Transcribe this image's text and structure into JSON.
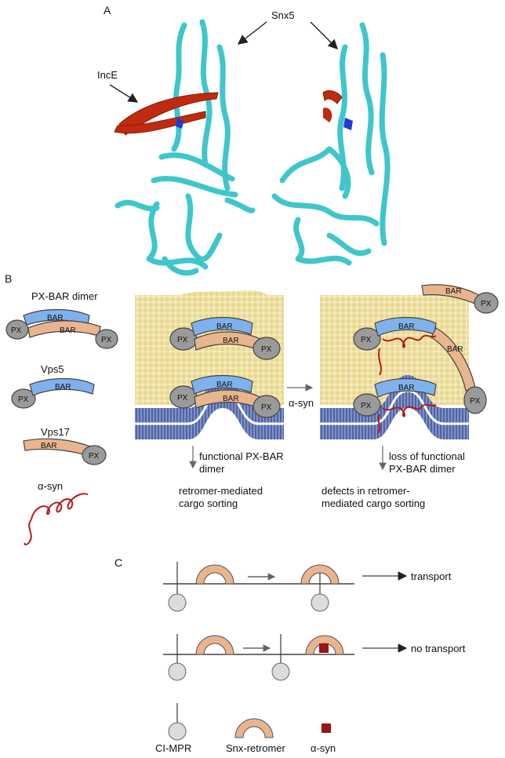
{
  "panels": {
    "a": "A",
    "b": "B",
    "c": "C"
  },
  "panel_a": {
    "snx5_label": "Snx5",
    "ince_label": "IncE"
  },
  "panel_b": {
    "legend": {
      "pxbar_title": "PX-BAR dimer",
      "vps5_title": "Vps5",
      "vps17_title": "Vps17",
      "asyn_title": "α-syn"
    },
    "domain_labels": {
      "bar": "BAR",
      "px": "PX"
    },
    "transition_label": "α-syn",
    "left_outcome": {
      "line1": "functional PX-BAR",
      "line2": "dimer",
      "line3": "retromer-mediated",
      "line4": "cargo sorting"
    },
    "right_outcome": {
      "line1": "loss of functional",
      "line2": "PX-BAR dimer",
      "line3": "defects in retromer-",
      "line4": "mediated cargo sorting"
    }
  },
  "panel_c": {
    "row1_result": "transport",
    "row2_result": "no transport",
    "legend": {
      "cimpr": "CI-MPR",
      "snx": "Snx-retromer",
      "asyn": "α-syn"
    }
  },
  "colors": {
    "cyan": "#3fc6cc",
    "red_strand": "#c02a0e",
    "bar_blue": "#7fb2ec",
    "bar_orange": "#e8b58f",
    "px_gray": "#9a9a9a",
    "membrane_yellow": "#efe2a2",
    "membrane_blue": "#5469a8",
    "asyn_red": "#b51b1b",
    "snx_fill": "#e8b58f",
    "asyn_square": "#9b1414"
  }
}
